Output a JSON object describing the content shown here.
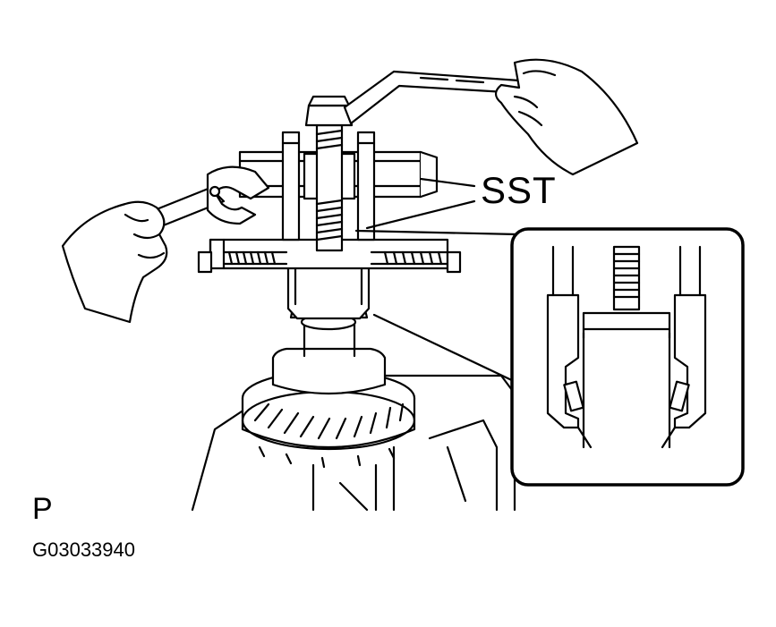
{
  "labels": {
    "tool": "SST",
    "view": "P",
    "figure_id": "G03033940"
  },
  "colors": {
    "ink": "#000000",
    "paper": "#ffffff"
  }
}
